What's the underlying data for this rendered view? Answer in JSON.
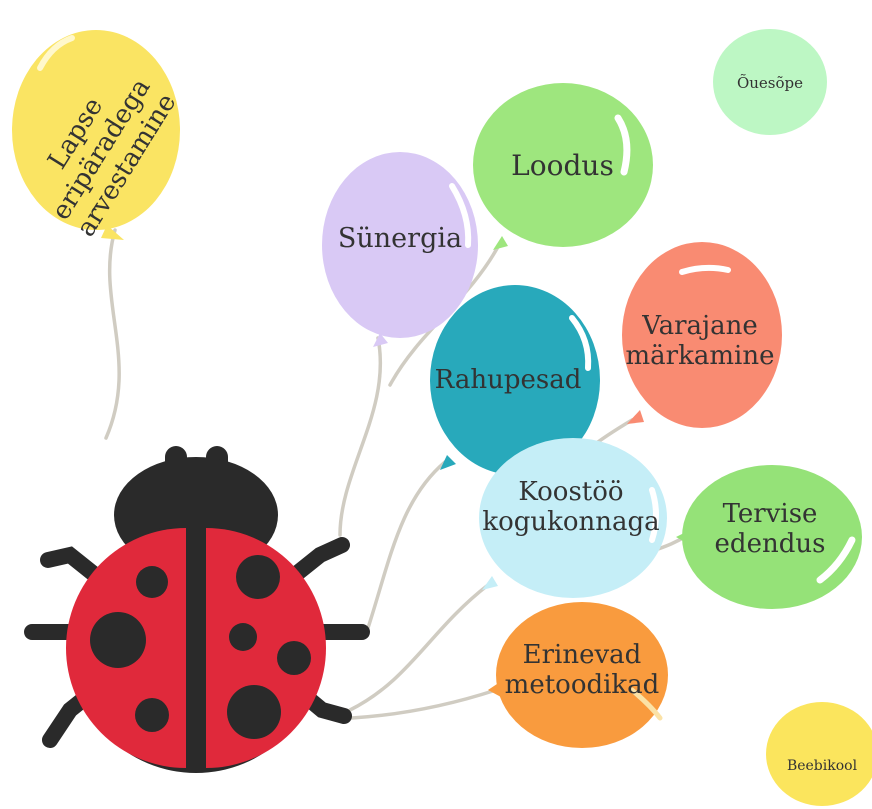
{
  "balloons": {
    "lapse": {
      "line1": "Lapse",
      "line2": "eripäradega",
      "line3": "arvestamine",
      "color": "#fae463"
    },
    "synergia": {
      "text": "Sünergia",
      "color": "#d9c9f5"
    },
    "loodus": {
      "text": "Loodus",
      "color": "#9ee67e"
    },
    "oues": {
      "text": "Õuesõpe",
      "color": "#bdf7c4"
    },
    "rahu": {
      "text": "Rahupesad",
      "color": "#28a9bb"
    },
    "varajane": {
      "line1": "Varajane",
      "line2": "märkamine",
      "color": "#f98b72"
    },
    "koostoo": {
      "line1": "Koostöö",
      "line2": "kogukonnaga",
      "color": "#c5eef7"
    },
    "tervise": {
      "line1": "Tervise",
      "line2": "edendus",
      "color": "#95e278"
    },
    "erinevad": {
      "line1": "Erinevad",
      "line2": "metoodikad",
      "color": "#f99b3e"
    },
    "beebi": {
      "text": "Beebikool",
      "color": "#fbe55d"
    }
  },
  "ladybug": {
    "body_color": "#e0293b",
    "head_color": "#2a2a2a",
    "spot_color": "#2a2a2a"
  },
  "string_color": "#d0ccc2"
}
